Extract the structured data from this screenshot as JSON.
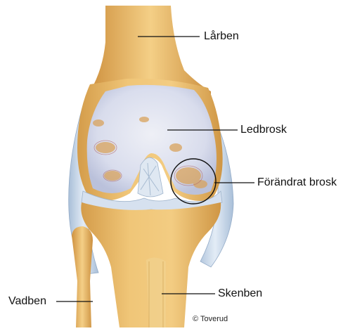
{
  "figure": {
    "labels": {
      "femur": "Lårben",
      "cartilage": "Ledbrosk",
      "changed_cartilage": "Förändrat brosk",
      "fibula": "Vadben",
      "tibia": "Skenben"
    },
    "credit": "© Toverud"
  },
  "colors": {
    "bone": "#ecc070",
    "bone_shadow": "#d09a48",
    "cartilage": "#dfe4f4",
    "ligament": "#c6d6e8",
    "leader_line": "#111111"
  }
}
